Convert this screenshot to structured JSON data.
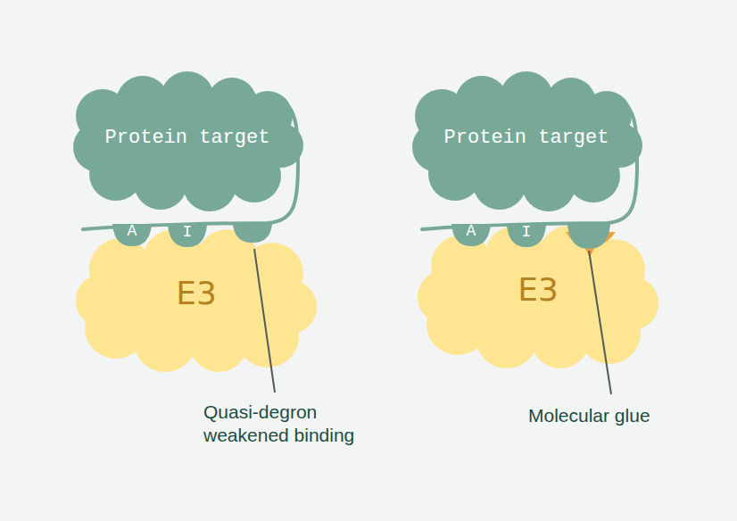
{
  "diagram": {
    "nodes": [
      {
        "text": [
          "Protein target"
        ]
      },
      {
        "text": [
          "A"
        ]
      },
      {
        "text": [
          "I"
        ]
      },
      {
        "text": [
          "E3"
        ]
      },
      {
        "text": [
          "Protein target"
        ]
      },
      {
        "text": [
          "A"
        ]
      },
      {
        "text": [
          "I"
        ]
      },
      {
        "text": [
          "E3"
        ]
      }
    ],
    "labels": [
      "Quasi-degron weakened binding",
      "Molecular glue"
    ]
  }
}
